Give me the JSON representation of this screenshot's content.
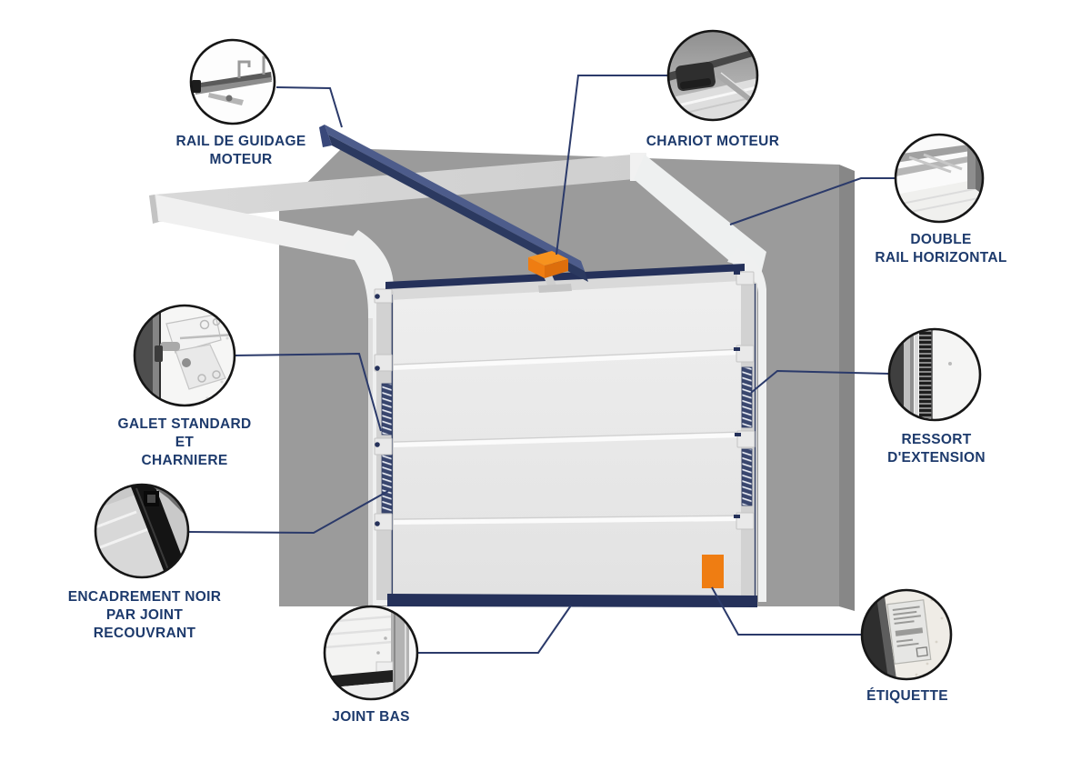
{
  "diagram": {
    "subject": "sectional-garage-door-parts",
    "palette": {
      "label_navy": "#1d3a6c",
      "connector_navy": "#2b3a6a",
      "structure_navy": "#25315a",
      "rail_blue_side": "#2b3960",
      "rail_blue_top": "#4d5c8b",
      "accent_orange": "#ef7d12",
      "accent_orange_light": "#f6921e",
      "accent_orange_dark": "#dd6e0c",
      "wall_gray": "#9b9b9b",
      "panel_gray": "#e9e9e9",
      "frame_white": "#eff0f0",
      "background": "#ffffff"
    },
    "callouts": {
      "rail_guidage": {
        "label": "RAIL DE GUIDAGE\nMOTEUR"
      },
      "chariot": {
        "label": "CHARIOT MOTEUR"
      },
      "double_rail": {
        "label": "DOUBLE\nRAIL HORIZONTAL"
      },
      "galet": {
        "label": "GALET STANDARD\nET\nCHARNIERE"
      },
      "ressort": {
        "label": "RESSORT\nD'EXTENSION"
      },
      "encadrement": {
        "label": "ENCADREMENT NOIR\nPAR JOINT\nRECOUVRANT"
      },
      "joint_bas": {
        "label": "JOINT BAS"
      },
      "etiquette": {
        "label": "ÉTIQUETTE"
      }
    }
  }
}
